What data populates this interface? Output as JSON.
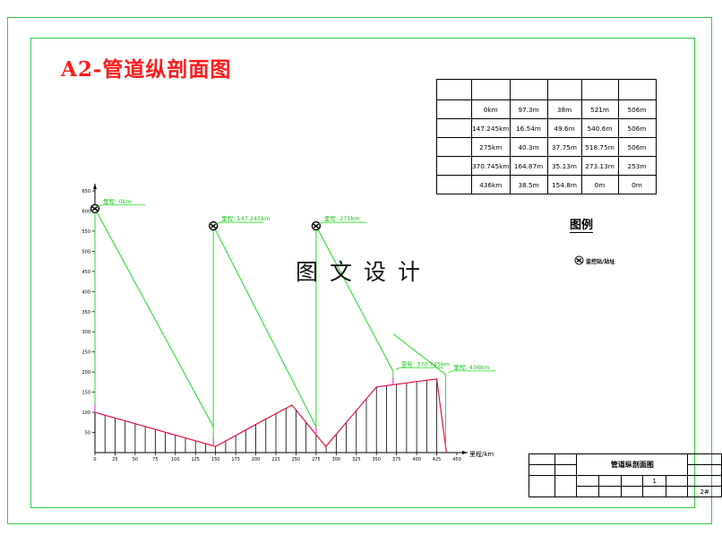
{
  "title": "A2-管道纵剖面图",
  "watermark": "图文设计",
  "legend": {
    "title": "图例",
    "item_label": "监控站/站址",
    "item_icon": "station-symbol-icon"
  },
  "table": {
    "headers": [
      "",
      "",
      "",
      "",
      "",
      ""
    ],
    "rows": [
      [
        "",
        "0km",
        "97.3m",
        "38m",
        "521m",
        "506m"
      ],
      [
        "",
        "147.245km",
        "16.54m",
        "49.6m",
        "540.6m",
        "506m"
      ],
      [
        "",
        "275km",
        "40.3m",
        "37.75m",
        "518.75m",
        "506m"
      ],
      [
        "",
        "370.745km",
        "164.87m",
        "35.13m",
        "273.13m",
        "253m"
      ],
      [
        "",
        "436km",
        "38.5m",
        "154.8m",
        "0m",
        "0m"
      ]
    ]
  },
  "title_block": {
    "row1_label": "",
    "row2_label": "",
    "drawing_name": "管道纵剖面图",
    "scale_label": "",
    "quantity_label": "",
    "quantity_value": "1",
    "row3_label": "",
    "number_label": "",
    "student_id_label": "",
    "sheet_label": "",
    "sheet_value": "2#"
  },
  "chart_data": {
    "type": "line",
    "ylabel": "",
    "xlabel": "里程/km",
    "x_ticks": [
      "0",
      "25",
      "50",
      "75",
      "100",
      "125",
      "150",
      "175",
      "200",
      "225",
      "250",
      "275",
      "300",
      "325",
      "350",
      "375",
      "400",
      "425",
      "450"
    ],
    "y_ticks": [
      "50",
      "100",
      "150",
      "200",
      "250",
      "300",
      "350",
      "400",
      "450",
      "500",
      "550",
      "600",
      "650"
    ],
    "xlim": [
      0,
      450
    ],
    "ylim": [
      0,
      650
    ],
    "terrain": {
      "x": [
        0,
        150,
        200,
        245,
        287,
        350,
        425,
        437
      ],
      "y": [
        100,
        15,
        70,
        118,
        15,
        163,
        183,
        0
      ]
    },
    "stations": [
      {
        "x": 0,
        "y": 606,
        "callout": "里程: 0km",
        "name": ""
      },
      {
        "x": 147.245,
        "y": 563,
        "callout": "里程: 147.245km",
        "name": ""
      },
      {
        "x": 275,
        "y": 563,
        "callout": "里程: 275km",
        "name": ""
      },
      {
        "x": 370.745,
        "y": 202,
        "callout": "里程: 370.745km",
        "name": ""
      },
      {
        "x": 436,
        "y": 194,
        "callout": "里程: 436km",
        "name": ""
      }
    ],
    "hydraulic_lines": [
      {
        "from": [
          0,
          606
        ],
        "to": [
          147.245,
          64
        ]
      },
      {
        "from": [
          147.245,
          563
        ],
        "to": [
          275,
          64
        ]
      },
      {
        "from": [
          275,
          563
        ],
        "to": [
          370.745,
          202
        ]
      },
      {
        "from": [
          370.745,
          295
        ],
        "to": [
          436,
          194
        ]
      }
    ]
  }
}
